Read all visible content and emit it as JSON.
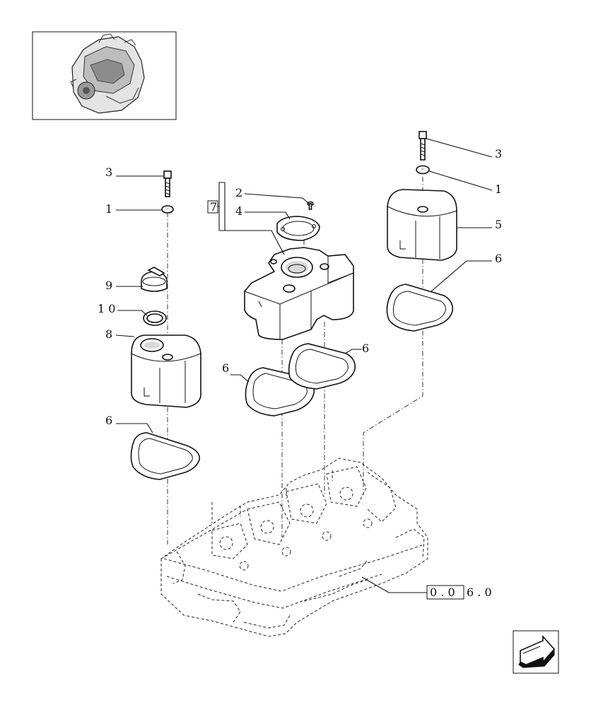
{
  "thumbnail": {
    "icon": "engine-thumbnail-icon"
  },
  "callouts": {
    "left_bolt": "3",
    "left_washer": "1",
    "oil_cap": "9",
    "cap_seal": "1 0",
    "left_cover": "8",
    "left_gasket": "6",
    "group_ref": "7",
    "screw": "2",
    "flange_seal": "4",
    "mid_gasket_left": "6",
    "mid_gasket_right": "6",
    "right_bolt": "3",
    "right_washer": "1",
    "right_cover": "5",
    "right_gasket": "6"
  },
  "reference": {
    "boxed": "0 . 0",
    "suffix": "6 . 0"
  },
  "nav": {
    "icon": "next-page-arrow-icon"
  }
}
